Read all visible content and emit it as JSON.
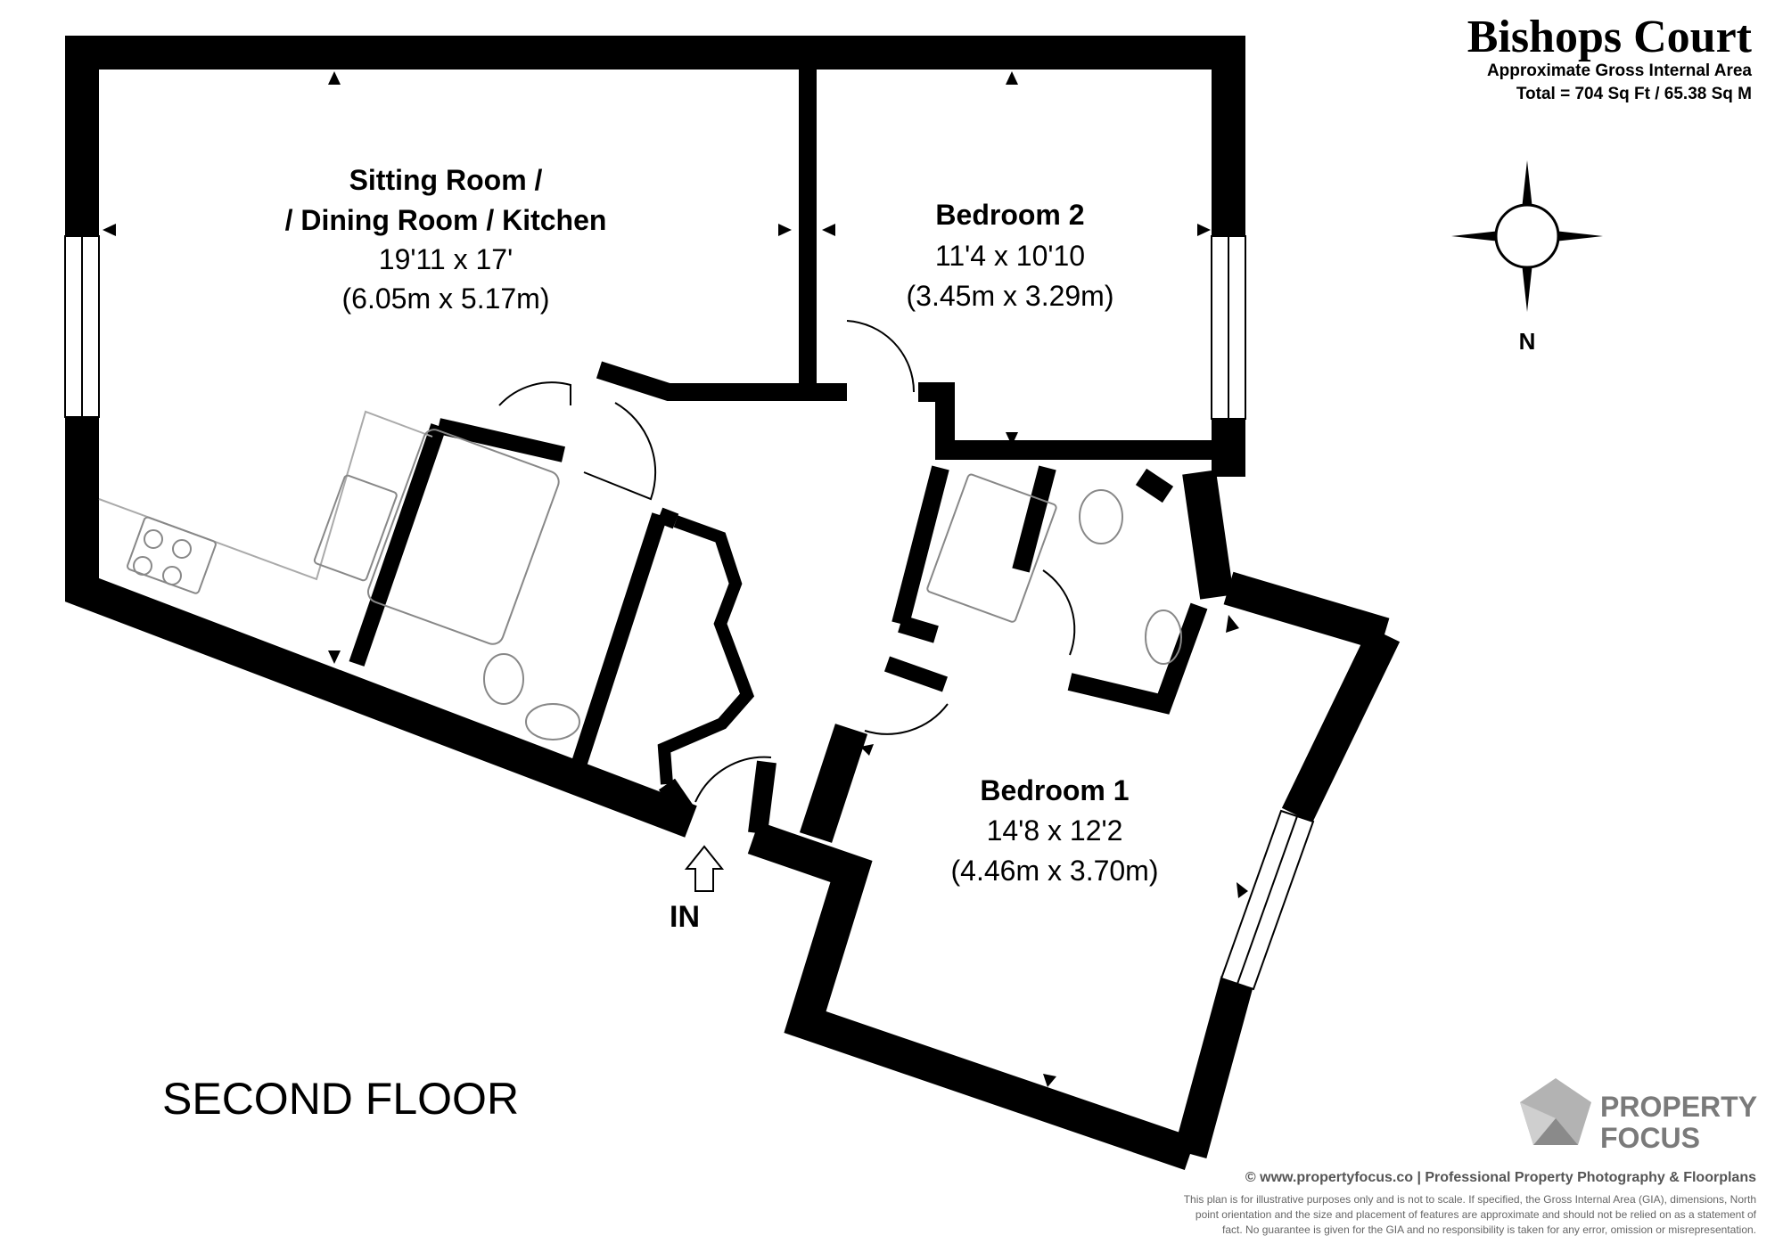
{
  "header": {
    "title": "Bishops Court",
    "subtitle": "Approximate Gross Internal Area",
    "total": "Total = 704 Sq Ft / 65.38 Sq M"
  },
  "compass": {
    "label": "N"
  },
  "rooms": {
    "sitting": {
      "name_line1": "Sitting Room /",
      "name_line2": "/ Dining Room / Kitchen",
      "imperial": "19'11 x 17'",
      "metric": "(6.05m x 5.17m)"
    },
    "bedroom2": {
      "name": "Bedroom 2",
      "imperial": "11'4 x 10'10",
      "metric": "(3.45m x 3.29m)"
    },
    "bedroom1": {
      "name": "Bedroom 1",
      "imperial": "14'8 x 12'2",
      "metric": "(4.46m x 3.70m)"
    }
  },
  "entrance": {
    "label": "IN"
  },
  "floor_label": "SECOND FLOOR",
  "brand": {
    "line1": "PROPERTY",
    "line2": "FOCUS"
  },
  "footer": {
    "credit": "© www.propertyfocus.co | Professional Property Photography & Floorplans",
    "disclaimer_1": "This plan is for illustrative purposes only and is not to scale. If specified, the Gross Internal Area (GIA), dimensions, North",
    "disclaimer_2": "point orientation and the size and placement of features are approximate and should not be relied on as a statement of",
    "disclaimer_3": "fact. No guarantee is given for the GIA and no responsibility is taken for any error, omission or misrepresentation."
  }
}
